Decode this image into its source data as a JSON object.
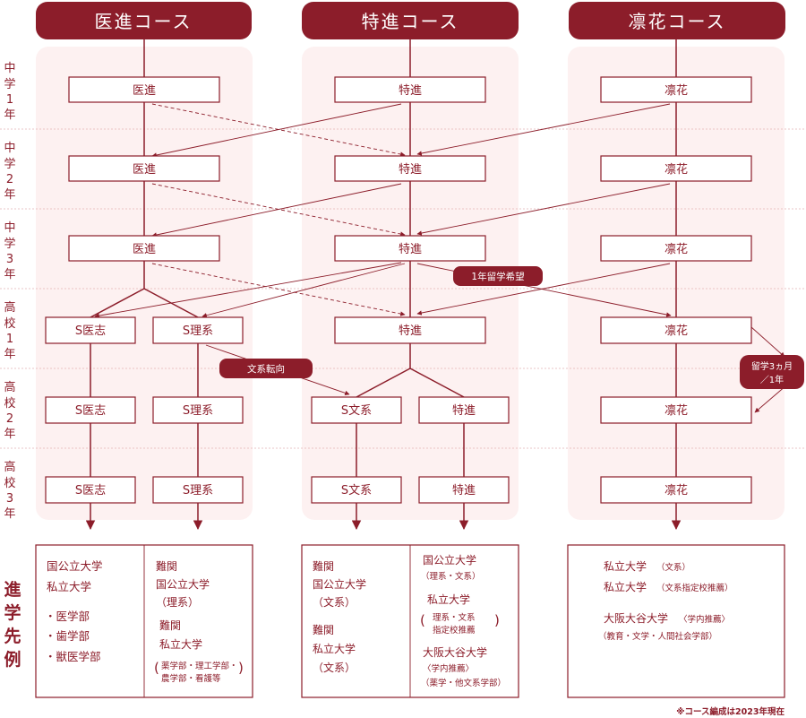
{
  "courses": {
    "ishin": "医進コース",
    "tokushin": "特進コース",
    "rinka": "凛花コース"
  },
  "grades": [
    [
      "中",
      "学",
      "1",
      "年"
    ],
    [
      "中",
      "学",
      "2",
      "年"
    ],
    [
      "中",
      "学",
      "3",
      "年"
    ],
    [
      "高",
      "校",
      "1",
      "年"
    ],
    [
      "高",
      "校",
      "2",
      "年"
    ],
    [
      "高",
      "校",
      "3",
      "年"
    ]
  ],
  "boxes": {
    "ishin": "医進",
    "tokushin": "特進",
    "rinka": "凛花",
    "s_ishi": "S医志",
    "s_rikei": "S理系",
    "s_bunkei": "S文系"
  },
  "badges": {
    "ryugaku1": "1年留学希望",
    "bunkei_tenkou": "文系転向",
    "ryugaku3_line1": "留学3ヵ月",
    "ryugaku3_line2": "／1年"
  },
  "destination_title": [
    "進",
    "学",
    "先",
    "例"
  ],
  "destinations": {
    "ishin_left": {
      "lines": [
        "国公立大学",
        "私立大学"
      ],
      "faculties": [
        "・医学部",
        "・歯学部",
        "・獣医学部"
      ]
    },
    "ishin_right": {
      "g1_title": "難関",
      "g1_l1": "国公立大学",
      "g1_l2": "（理系）",
      "g2_title": "難関",
      "g2_l1": "私立大学",
      "g2_s1": "薬学部・理工学部・",
      "g2_s2": "農学部・看護等"
    },
    "tokushin_left": {
      "g1_title": "難関",
      "g1_l1": "国公立大学",
      "g1_l2": "（文系）",
      "g2_title": "難関",
      "g2_l1": "私立大学",
      "g2_l2": "（文系）"
    },
    "tokushin_right": {
      "l1": "国公立大学",
      "l1s": "（理系・文系）",
      "l2": "私立大学",
      "l2s1": "理系・文系",
      "l2s2": "指定校推薦",
      "l3": "大阪大谷大学",
      "l3s1": "〈学内推薦〉",
      "l3s2": "（薬学・他文系学部）"
    },
    "rinka": {
      "l1": "私立大学",
      "l1s": "（文系）",
      "l2": "私立大学",
      "l2s": "（文系指定校推薦）",
      "l3": "大阪大谷大学",
      "l3s": "〈学内推薦〉",
      "l4": "（教育・文学・人間社会学部）"
    }
  },
  "footnote": "※コース編成は2023年現在"
}
